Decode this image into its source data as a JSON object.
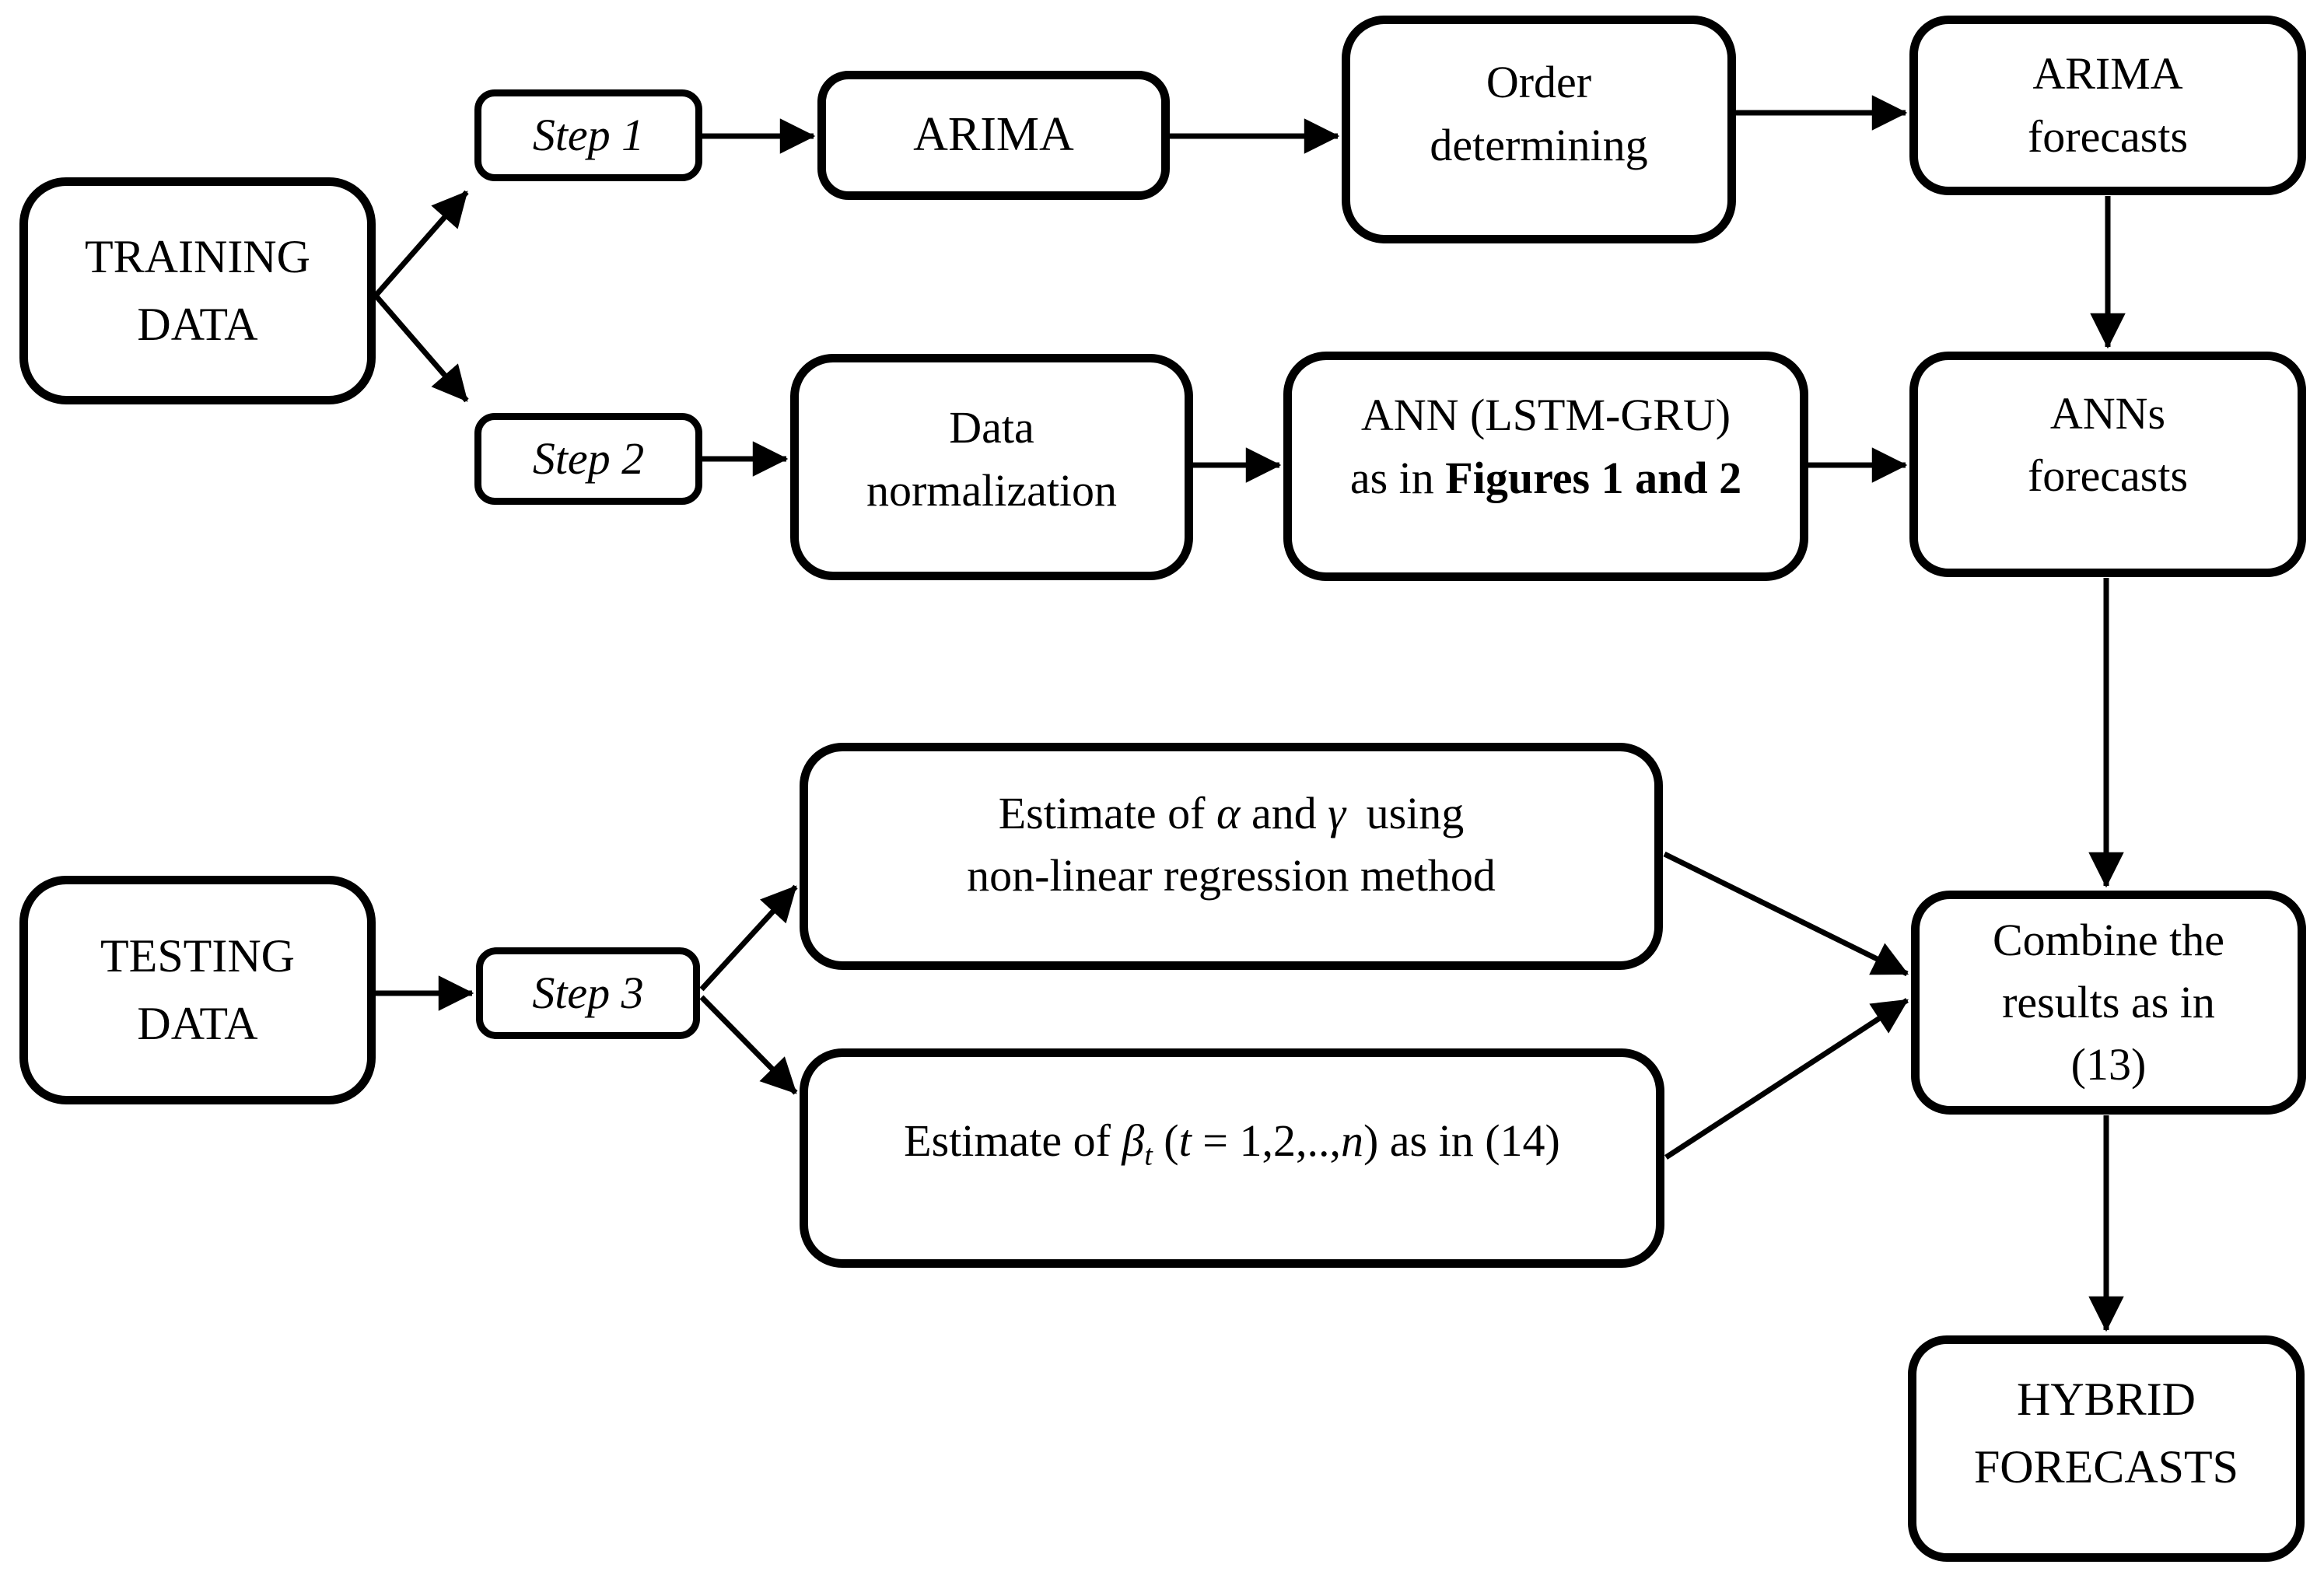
{
  "boxes": {
    "training_data": {
      "line1": "TRAINING",
      "line2": "DATA"
    },
    "step1": {
      "label": "Step 1"
    },
    "arima": {
      "label": "ARIMA"
    },
    "order_determining": {
      "line1": "Order",
      "line2": "determining"
    },
    "arima_forecasts": {
      "line1": "ARIMA",
      "line2": "forecasts"
    },
    "step2": {
      "label": "Step 2"
    },
    "data_normalization": {
      "line1": "Data",
      "line2": "normalization"
    },
    "ann": {
      "line1": "ANN (LSTM-GRU)",
      "line2_prefix": "as in ",
      "line2_bold": "Figures 1 and 2"
    },
    "anns_forecasts": {
      "line1": "ANNs",
      "line2": "forecasts"
    },
    "testing_data": {
      "line1": "TESTING",
      "line2": "DATA"
    },
    "step3": {
      "label": "Step 3"
    },
    "estimate_alpha_gamma": {
      "p1": "Estimate of ",
      "alpha": "α",
      "p2": " and ",
      "gamma": "γ",
      "p3": " using",
      "line2": "non-linear regression method"
    },
    "estimate_beta": {
      "p1": "Estimate of ",
      "beta": "β",
      "sub": "t",
      "p2": " (",
      "tvar": "t",
      "p3": " = 1,2,..,",
      "nvar": "n",
      "p4": ") as in (14)"
    },
    "combine": {
      "line1": "Combine the",
      "line2": "results as in",
      "line3": "(13)"
    },
    "hybrid": {
      "line1": "HYBRID",
      "line2": "FORECASTS"
    }
  },
  "colors": {
    "background": "#ffffff",
    "box_fill": "#ffffff",
    "box_border": "#000000",
    "text": "#000000",
    "arrow": "#000000"
  }
}
